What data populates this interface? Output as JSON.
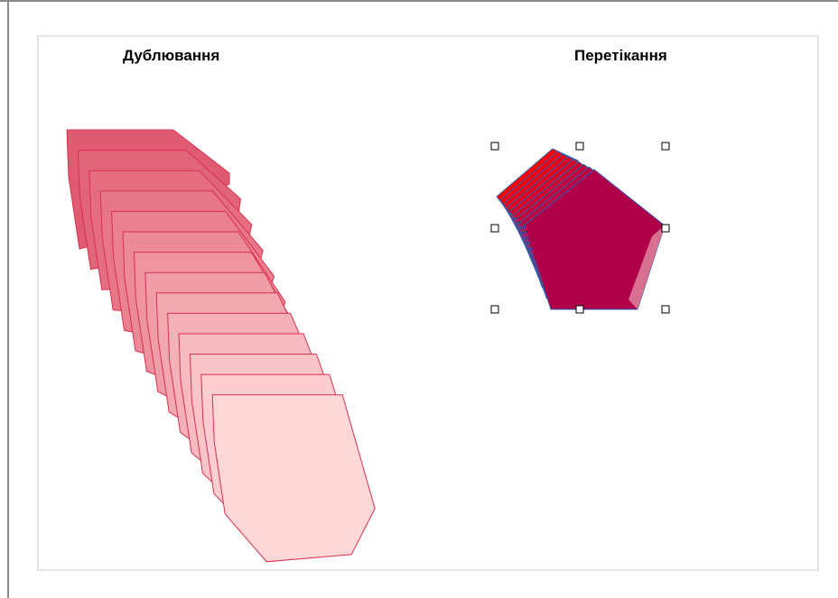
{
  "page": {
    "background": "#ffffff",
    "window_border_color": "#8a8a8a",
    "page_border_color": "#c8c8c8"
  },
  "captions": {
    "duplication": "Дублювання",
    "cross_fading": "Перетікання"
  },
  "duplication": {
    "copies": 14,
    "start_color": "#e05a70",
    "end_color": "#ffd7d9",
    "stroke_color": "#d8304c"
  },
  "cross_fading": {
    "steps": 9,
    "start_color": "#ff0000",
    "end_color": "#b0004a",
    "stroke_color": "#3060b0",
    "selected": true,
    "handle_count": 8
  }
}
